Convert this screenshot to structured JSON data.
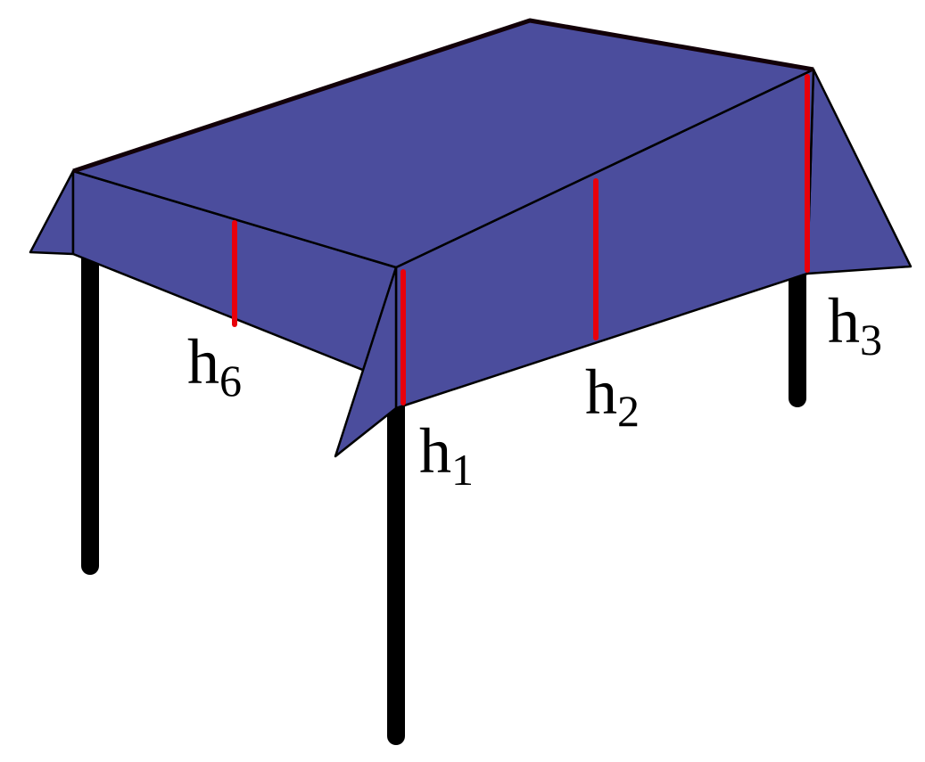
{
  "colors": {
    "tablecloth": "#4b4d9d",
    "outline": "#000000",
    "legs": "#000000",
    "height_marks": "#e8000b"
  },
  "labels": [
    {
      "id": "h1",
      "base": "h",
      "sub": "1"
    },
    {
      "id": "h2",
      "base": "h",
      "sub": "2"
    },
    {
      "id": "h3",
      "base": "h",
      "sub": "3"
    },
    {
      "id": "h6",
      "base": "h",
      "sub": "6"
    }
  ]
}
